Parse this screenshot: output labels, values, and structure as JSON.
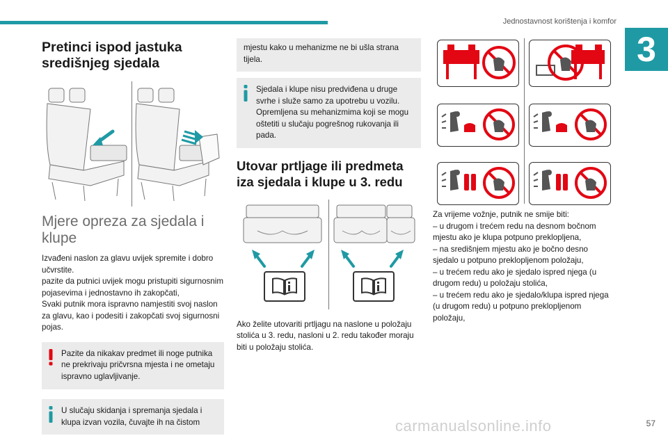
{
  "header": {
    "running_title": "Jednostavnost korištenja i komfor",
    "chapter_number": "3",
    "accent_color": "#1f9aa4"
  },
  "col1": {
    "title": "Pretinci ispod jastuka središnjeg sjedala",
    "section_title": "Mjere opreza za sjedala i klupe",
    "paragraph_lines": [
      "Izvađeni naslon za glavu uvijek spremite i dobro učvrstite.",
      "pazite da putnici uvijek mogu pristupiti sigurnosnim pojasevima i jednostavno ih zakopčati,",
      "Svaki putnik mora ispravno namjestiti svoj naslon za glavu, kao i podesiti i zakopčati svoj sigurnosni pojas."
    ],
    "warning_note": "Pazite da nikakav predmet ili noge putnika ne prekrivaju pričvrsna mjesta i ne ometaju ispravno uglavljivanje.",
    "info_note": "U slučaju skidanja i spremanja sjedala i klupa izvan vozila, čuvajte ih na čistom"
  },
  "col2": {
    "info_note_continued": "mjestu kako u mehanizme ne bi ušla strana tijela.",
    "info_note_2": "Sjedala i klupe nisu predviđena u druge svrhe i služe samo za upotrebu u vozilu. Opremljena su mehanizmima koji se mogu oštetiti u slučaju pogrešnog rukovanja ili pada.",
    "section_title": "Utovar prtljage ili predmeta iza sjedala i klupe u 3. redu",
    "paragraph": "Ako želite utovariti prtljagu na naslone u položaju stolića u 3. redu, nasloni u 2. redu također moraju biti u položaju stolića."
  },
  "col3": {
    "intro": "Za vrijeme vožnje, putnik ne smije biti:",
    "items": [
      "–  u drugom i trećem redu na desnom bočnom mjestu ako je klupa potpuno preklopljena,",
      "–  na središnjem mjestu ako je bočno desno sjedalo u potpuno preklopljenom položaju,",
      "–  u trećem redu ako je sjedalo ispred njega (u drugom redu) u položaju stolića,",
      "–  u trećem redu ako je sjedalo/klupa ispred njega (u drugom redu) u potpuno preklopljenom položaju,"
    ]
  },
  "footer": {
    "page_number": "57",
    "watermark": "carmanualsonline.info"
  },
  "colors": {
    "warning_red": "#e30613",
    "info_blue": "#1f9aa4",
    "prohibited_red": "#e30613",
    "note_bg": "#ebebeb"
  }
}
